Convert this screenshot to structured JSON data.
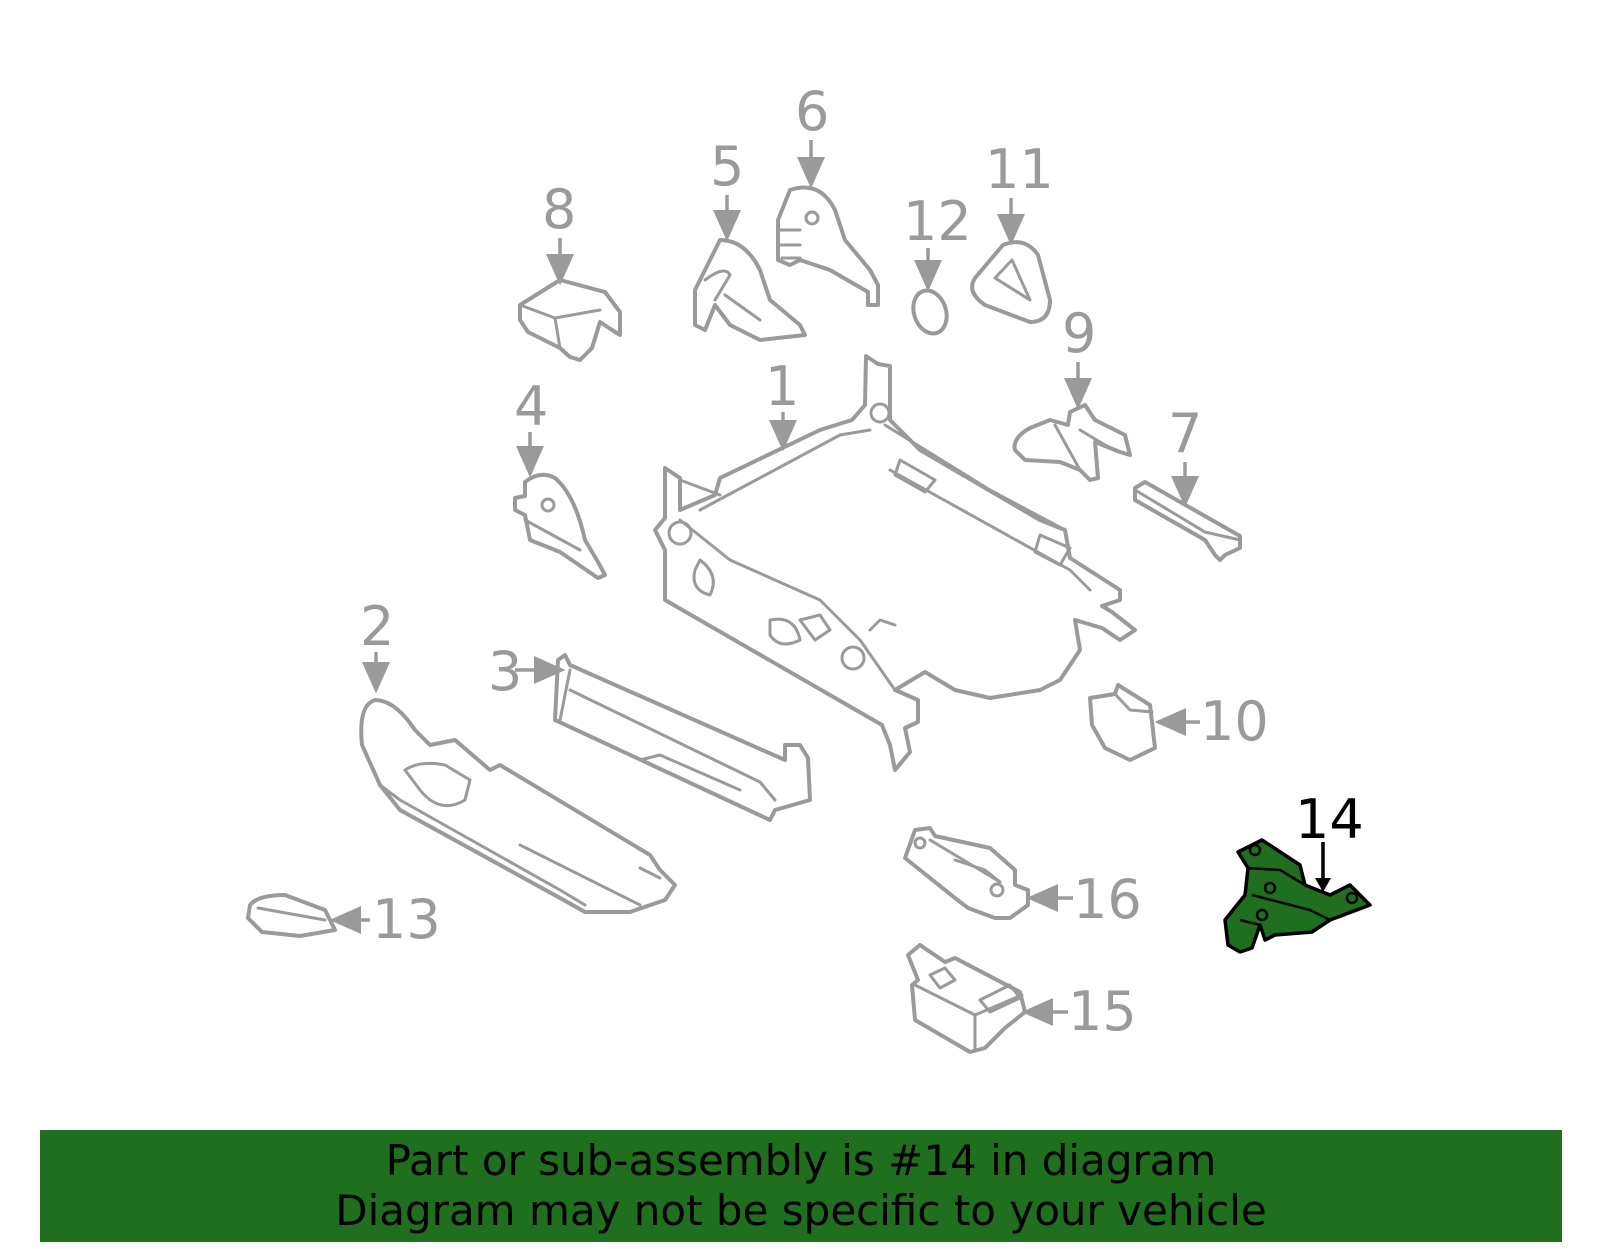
{
  "callouts": {
    "c1": "1",
    "c2": "2",
    "c3": "3",
    "c4": "4",
    "c5": "5",
    "c6": "6",
    "c7": "7",
    "c8": "8",
    "c9": "9",
    "c10": "10",
    "c11": "11",
    "c12": "12",
    "c13": "13",
    "c14": "14",
    "c15": "15",
    "c16": "16"
  },
  "highlighted_part": "14",
  "colors": {
    "highlight": "#1f6f1f",
    "line": "#9a9a9a",
    "banner": "#1f6f1f"
  },
  "banner": {
    "line1": "Part or sub-assembly is #14 in diagram",
    "line2": "Diagram may not be specific to your vehicle"
  }
}
